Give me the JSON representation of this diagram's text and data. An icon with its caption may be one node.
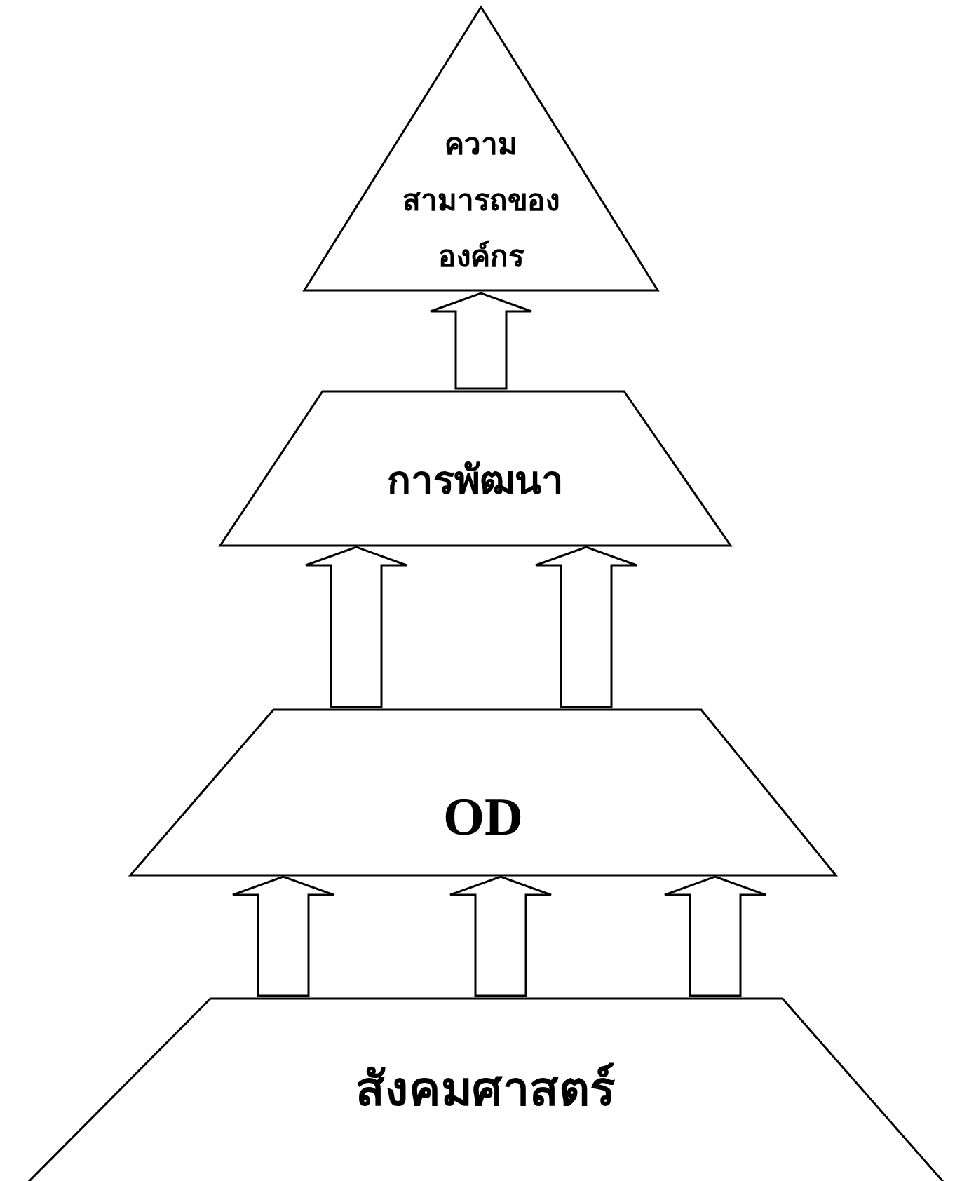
{
  "diagram": {
    "nodes": [
      {
        "text": [
          "ความสามารถขององค์กร"
        ]
      },
      {
        "text": [
          "การพัฒนา"
        ]
      },
      {
        "text": [
          "OD"
        ]
      },
      {
        "text": [
          "สังคมศาสตร์"
        ]
      }
    ],
    "edges": [
      {
        "from": 1,
        "to": 0,
        "arrow": "to"
      },
      {
        "from": 2,
        "to": 1,
        "arrow": "to"
      },
      {
        "from": 2,
        "to": 1,
        "arrow": "to"
      },
      {
        "from": 3,
        "to": 2,
        "arrow": "to"
      },
      {
        "from": 3,
        "to": 2,
        "arrow": "to"
      },
      {
        "from": 3,
        "to": 2,
        "arrow": "to"
      }
    ]
  }
}
